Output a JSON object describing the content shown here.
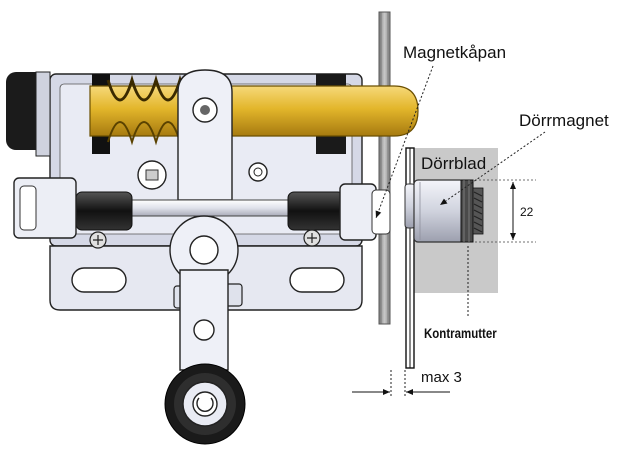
{
  "labels": {
    "magnetkapan": "Magnetkåpan",
    "dorrmagnet": "Dörrmagnet",
    "dorrblad": "Dörrblad",
    "dimension_height": "22",
    "kontramutter": "Kontramutter",
    "max_gap": "max 3"
  },
  "colors": {
    "outline": "#1a1a1a",
    "metal_light": "#e4e6f2",
    "metal_mid": "#c4c6d4",
    "brass": "#e3b62b",
    "door_panel": "#c8c8c8",
    "wall": "#9a9a9a",
    "magnet_silver": "#d6d8e2",
    "black_part": "#1c1c1c"
  }
}
